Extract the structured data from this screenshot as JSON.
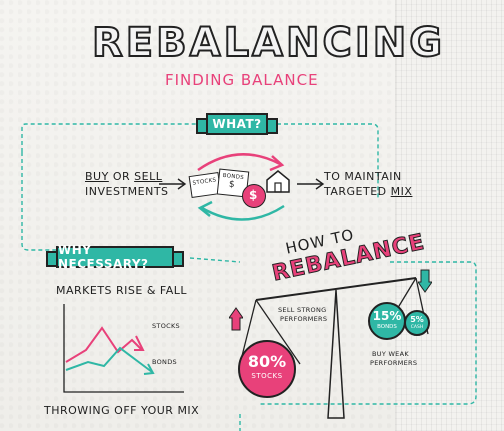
{
  "header": {
    "title": "REBALANCING",
    "subtitle": "FINDING BALANCE"
  },
  "what": {
    "label": "WHAT?",
    "action_prefix": "BUY",
    "action_or": "OR",
    "action_sell": "SELL",
    "action_line2": "INVESTMENTS",
    "result_line1": "TO MAINTAIN",
    "result_line2_a": "TARGETED",
    "result_line2_b": "MIX",
    "asset_stocks": "STOCKS",
    "asset_bonds": "BONDS",
    "asset_bonds_symbol": "$",
    "asset_bag_symbol": "$"
  },
  "why": {
    "label": "WHY NECESSARY?",
    "caption_top": "MARKETS RISE & FALL",
    "series_stocks": "STOCKS",
    "series_bonds": "BONDS",
    "caption_bottom": "THROWING OFF YOUR MIX"
  },
  "how": {
    "line1": "HOW TO",
    "line2": "REBALANCE",
    "sell_line1": "SELL STRONG",
    "sell_line2": "PERFORMERS",
    "buy_line1": "BUY WEAK",
    "buy_line2": "PERFORMERS",
    "stocks_pct": "80%",
    "stocks_label": "STOCKS",
    "bonds_pct": "15%",
    "bonds_label": "BONDS",
    "cash_pct": "5%",
    "cash_label": "CASH"
  },
  "colors": {
    "teal": "#2fb7a5",
    "pink": "#e8417a",
    "ink": "#222222"
  },
  "icons": [
    "arrow-cycle-icon",
    "stock-certificate-icon",
    "bond-certificate-icon",
    "money-bag-icon",
    "house-icon",
    "scale-icon",
    "up-arrow-icon",
    "down-arrow-icon"
  ]
}
